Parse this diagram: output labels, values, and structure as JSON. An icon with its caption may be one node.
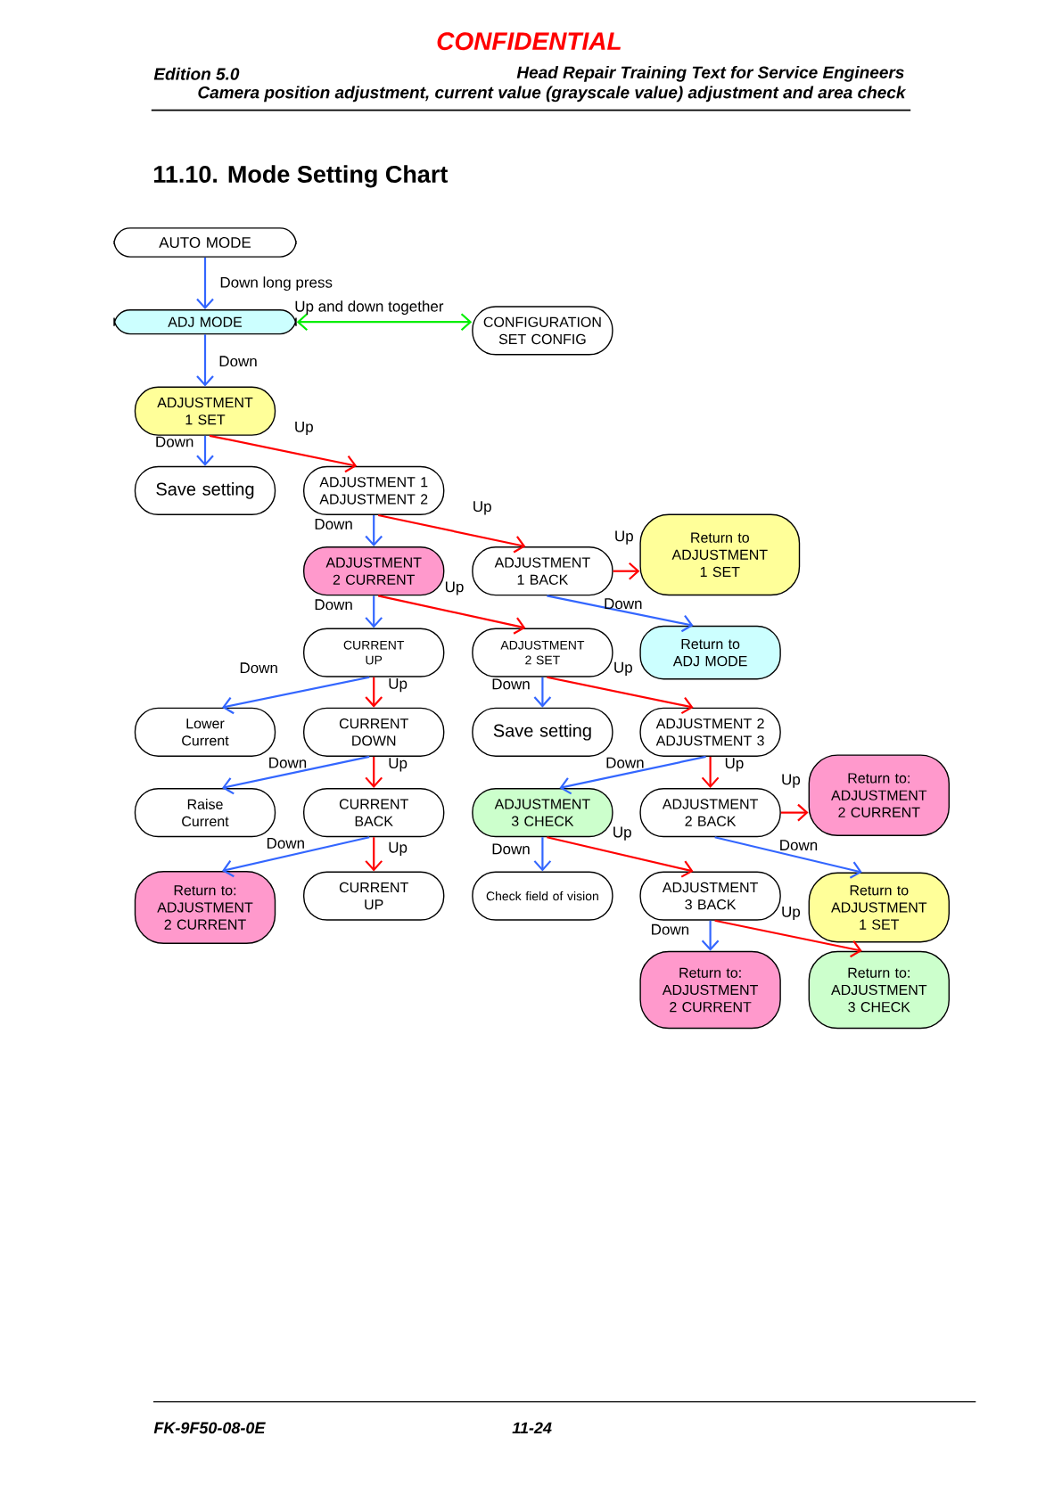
{
  "diagram": {
    "title": "11.10. Mode Setting Chart",
    "nodes": [
      {
        "text": [
          "AUTO MODE"
        ]
      },
      {
        "text": [
          "ADJ MODE"
        ]
      },
      {
        "text": [
          "CONFIGURATION SET CONFIG"
        ]
      },
      {
        "text": [
          "ADJUSTMENT 1 SET"
        ]
      },
      {
        "text": [
          "Save setting"
        ]
      },
      {
        "text": [
          "ADJUSTMENT 1 ADJUSTMENT 2"
        ]
      },
      {
        "text": [
          "ADJUSTMENT 2 CURRENT"
        ]
      },
      {
        "text": [
          "ADJUSTMENT 1 BACK"
        ]
      },
      {
        "text": [
          "Return to ADJUSTMENT 1 SET"
        ]
      },
      {
        "text": [
          "CURRENT UP"
        ]
      },
      {
        "text": [
          "ADJUSTMENT 2 SET"
        ]
      },
      {
        "text": [
          "Return to ADJ MODE"
        ]
      },
      {
        "text": [
          "Lower Current"
        ]
      },
      {
        "text": [
          "CURRENT DOWN"
        ]
      },
      {
        "text": [
          "Save setting"
        ]
      },
      {
        "text": [
          "ADJUSTMENT 2 ADJUSTMENT 3"
        ]
      },
      {
        "text": [
          "Raise Current"
        ]
      },
      {
        "text": [
          "CURRENT BACK"
        ]
      },
      {
        "text": [
          "ADJUSTMENT 3 CHECK"
        ]
      },
      {
        "text": [
          "ADJUSTMENT 2 BACK"
        ]
      },
      {
        "text": [
          "Return to: ADJUSTMENT 2 CURRENT"
        ]
      },
      {
        "text": [
          "Return to: ADJUSTMENT 2 CURRENT"
        ]
      },
      {
        "text": [
          "CURRENT UP"
        ]
      },
      {
        "text": [
          "Check field of vision"
        ]
      },
      {
        "text": [
          "ADJUSTMENT 3 BACK"
        ]
      },
      {
        "text": [
          "Return to ADJUSTMENT 1 SET"
        ]
      },
      {
        "text": [
          "Return to: ADJUSTMENT 2 CURRENT"
        ]
      },
      {
        "text": [
          "Return to: ADJUSTMENT 3 CHECK"
        ]
      }
    ],
    "edges": [
      {
        "from": 0,
        "to": 1,
        "arrow": "to",
        "label": "Down long press"
      },
      {
        "from": 1,
        "to": 2,
        "arrow": "both",
        "label": "Up and down together",
        "color": "#00ee00"
      },
      {
        "from": 1,
        "to": 3,
        "arrow": "to",
        "label": "Down"
      },
      {
        "from": 3,
        "to": 4,
        "arrow": "to",
        "label": "Down"
      },
      {
        "from": 3,
        "to": 5,
        "arrow": "to",
        "label": "Up",
        "color": "#ff0000"
      },
      {
        "from": 5,
        "to": 6,
        "arrow": "to",
        "label": "Down"
      },
      {
        "from": 5,
        "to": 7,
        "arrow": "to",
        "label": "Up",
        "color": "#ff0000"
      },
      {
        "from": 6,
        "to": 9,
        "arrow": "to",
        "label": "Down"
      },
      {
        "from": 6,
        "to": 10,
        "arrow": "to",
        "label": "Up",
        "color": "#ff0000"
      },
      {
        "from": 7,
        "to": 8,
        "arrow": "to",
        "label": "Up",
        "color": "#ff0000"
      },
      {
        "from": 7,
        "to": 11,
        "arrow": "to",
        "label": "Down"
      },
      {
        "from": 9,
        "to": 12,
        "arrow": "to",
        "label": "Down"
      },
      {
        "from": 9,
        "to": 13,
        "arrow": "to",
        "label": "Up",
        "color": "#ff0000"
      },
      {
        "from": 10,
        "to": 14,
        "arrow": "to",
        "label": "Down"
      },
      {
        "from": 10,
        "to": 15,
        "arrow": "to",
        "label": "Up",
        "color": "#ff0000"
      },
      {
        "from": 13,
        "to": 16,
        "arrow": "to",
        "label": "Down"
      },
      {
        "from": 13,
        "to": 17,
        "arrow": "to",
        "label": "Up",
        "color": "#ff0000"
      },
      {
        "from": 15,
        "to": 18,
        "arrow": "to",
        "label": "Down"
      },
      {
        "from": 15,
        "to": 19,
        "arrow": "to",
        "label": "Up",
        "color": "#ff0000"
      },
      {
        "from": 19,
        "to": 20,
        "arrow": "to",
        "label": "Up",
        "color": "#ff0000"
      },
      {
        "from": 19,
        "to": 25,
        "arrow": "to",
        "label": "Down"
      },
      {
        "from": 17,
        "to": 21,
        "arrow": "to",
        "label": "Down"
      },
      {
        "from": 17,
        "to": 22,
        "arrow": "to",
        "label": "Up",
        "color": "#ff0000"
      },
      {
        "from": 18,
        "to": 23,
        "arrow": "to",
        "label": "Down"
      },
      {
        "from": 18,
        "to": 24,
        "arrow": "to",
        "label": "Up",
        "color": "#ff0000"
      },
      {
        "from": 24,
        "to": 26,
        "arrow": "to",
        "label": "Down"
      },
      {
        "from": 24,
        "to": 27,
        "arrow": "to",
        "label": "Up",
        "color": "#ff0000"
      }
    ],
    "labels": [
      "CONFIDENTIAL",
      "Edition 5.0",
      "Head Repair Training Text for Service Engineers",
      "Camera position adjustment, current value (grayscale value) adjustment and area check",
      "FK-9F50-08-0E",
      "11-24"
    ]
  }
}
